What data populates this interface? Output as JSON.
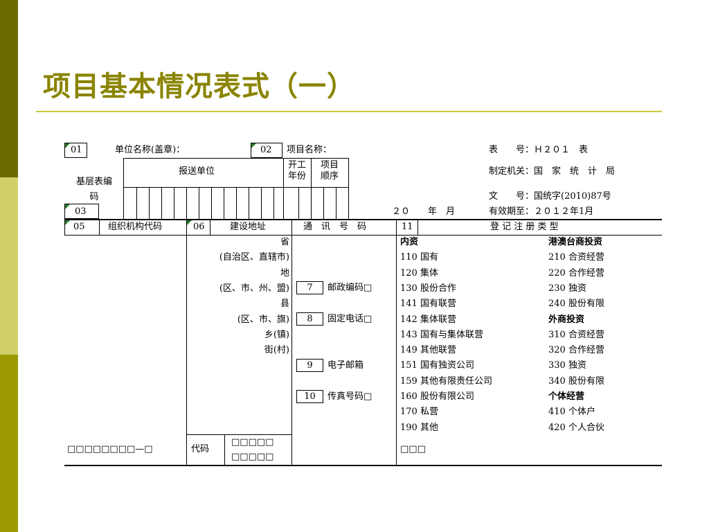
{
  "slide_title": "项目基本情况表式（一）",
  "header": {
    "code_01": "01",
    "unit_name": "单位名称(盖章)：",
    "code_02": "02",
    "project_name": "项目名称：",
    "table_no": "表　　号：Ｈ２０１　表",
    "report_unit": "报送单位",
    "start_year": "开工年份",
    "project_order": "项目顺序",
    "base_code_label": "基层表编码",
    "authority": "制定机关：国　家　统　计　局",
    "doc_no": "文　　号：国统字(2010)87号",
    "code_03": "03",
    "date_field": "２０　　年　月",
    "valid_until": "有效期至：２０１２年1月"
  },
  "row2": {
    "code_05": "05",
    "org_code": "组织机构代码",
    "code_06": "06",
    "address": "建设地址",
    "phone_header": "通　讯　号　码",
    "code_11": "11",
    "reg_type": "登 记 注 册 类 型"
  },
  "address_lines": [
    "省",
    "(自治区、直辖市)",
    "地",
    "(区、市、州、盟)",
    "县",
    "(区、市、旗)",
    "乡(镇)",
    "街(村)"
  ],
  "comms": [
    {
      "code": "7",
      "label": "邮政编码□"
    },
    {
      "code": "8",
      "label": "固定电话□"
    },
    {
      "code": "9",
      "label": "电子邮箱"
    },
    {
      "code": "10",
      "label": "传真号码□"
    }
  ],
  "reg_left": [
    {
      "text": "内资",
      "bold": true
    },
    {
      "text": "110 国有"
    },
    {
      "text": "120 集体"
    },
    {
      "text": "130 股份合作"
    },
    {
      "text": "141 国有联营"
    },
    {
      "text": "142 集体联营"
    },
    {
      "text": "143 国有与集体联营"
    },
    {
      "text": "149 其他联营"
    },
    {
      "text": "151 国有独资公司"
    },
    {
      "text": "159 其他有限责任公司"
    },
    {
      "text": "160 股份有限公司"
    },
    {
      "text": "170 私营"
    },
    {
      "text": "190 其他"
    }
  ],
  "reg_right": [
    {
      "text": "港澳台商投资",
      "bold": true
    },
    {
      "text": "210 合资经营"
    },
    {
      "text": "220 合作经营"
    },
    {
      "text": "230 独资"
    },
    {
      "text": "240 股份有限"
    },
    {
      "text": "外商投资",
      "bold": true
    },
    {
      "text": "310 合资经营"
    },
    {
      "text": "320 合作经营"
    },
    {
      "text": "330 独资"
    },
    {
      "text": "340 股份有限"
    },
    {
      "text": "个体经营",
      "bold": true
    },
    {
      "text": "410 个体户"
    },
    {
      "text": "420 个人合伙"
    }
  ],
  "bottom": {
    "org_boxes": "□□□□□□□□—□",
    "code_label": "代码",
    "addr_boxes_1": "□□□□□",
    "addr_boxes_2": "□□□□□",
    "reg_boxes": "□□□"
  }
}
